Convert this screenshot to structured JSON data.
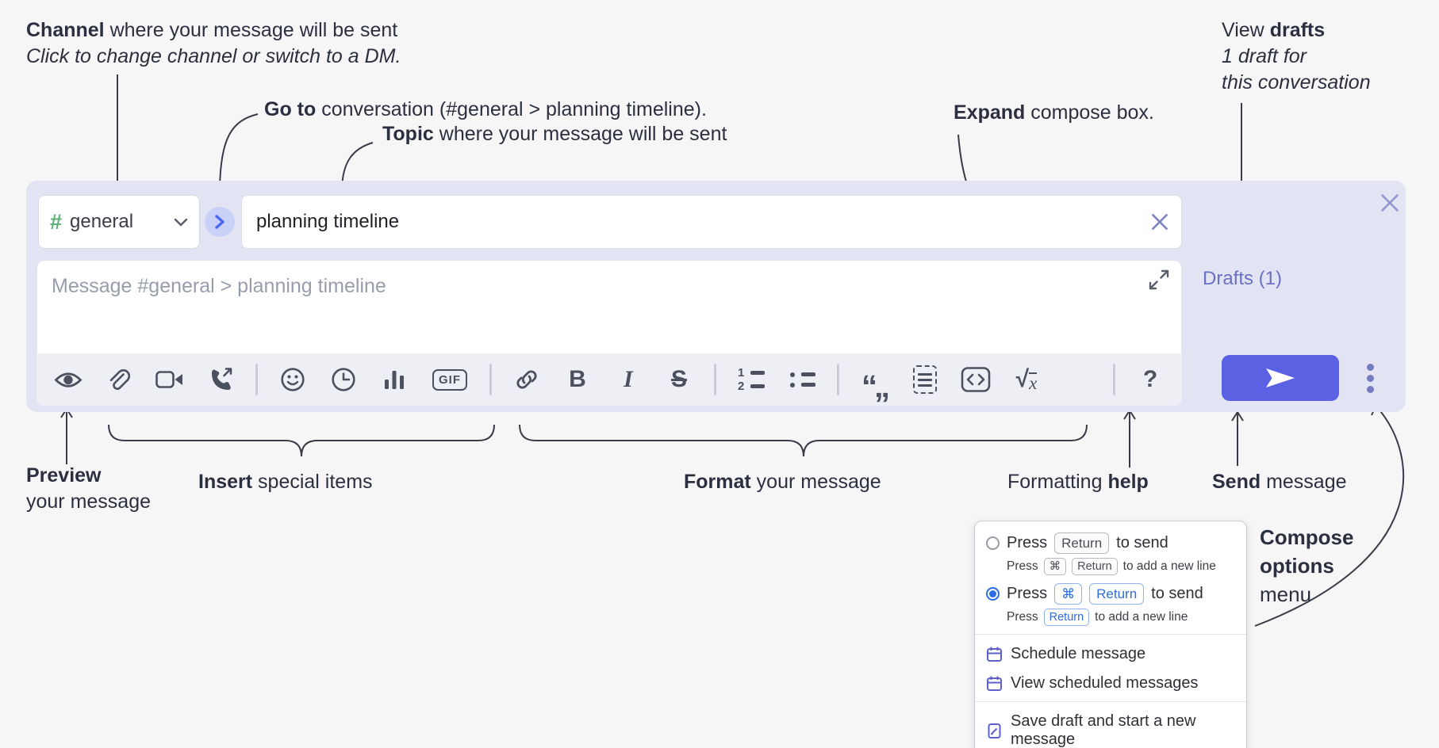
{
  "annotations": {
    "channel": {
      "bold": "Channel",
      "rest": " where your message will be sent",
      "line2": "Click to change channel or switch to a DM."
    },
    "goto": {
      "bold": "Go to",
      "rest": " conversation (#general > planning timeline)."
    },
    "topic": {
      "bold": "Topic",
      "rest": " where your message will be sent"
    },
    "expand": {
      "bold": "Expand",
      "rest": " compose box."
    },
    "view_drafts": {
      "line1_pre": "View ",
      "line1_bold": "drafts",
      "line2": "1 draft for",
      "line3": "this conversation"
    },
    "preview": {
      "bold": "Preview",
      "line2": "your message"
    },
    "insert": {
      "bold": "Insert",
      "rest": " special items"
    },
    "format": {
      "bold": "Format",
      "rest": " your message"
    },
    "formatting_help": {
      "pre": "Formatting ",
      "bold": "help"
    },
    "send": {
      "bold": "Send",
      "rest": " message"
    },
    "compose_options": {
      "line1": "Compose",
      "line2": "options",
      "line3": "menu"
    }
  },
  "compose": {
    "channel_hash": "#",
    "channel_name": "general",
    "topic_value": "planning timeline",
    "message_placeholder": "Message #general > planning timeline",
    "drafts_label": "Drafts (1)",
    "toolbar": {
      "icons": [
        "preview",
        "attach-file",
        "video-call",
        "voice-call",
        "emoji",
        "time",
        "poll",
        "gif",
        "link",
        "bold",
        "italic",
        "strikethrough",
        "numbered-list",
        "bulleted-list",
        "quote",
        "spoiler",
        "code",
        "math",
        "help"
      ],
      "gif_label": "GIF",
      "bold_glyph": "B",
      "italic_glyph": "I",
      "strike_glyph": "S",
      "quote_glyph": "“„",
      "num1": "1",
      "num2": "2",
      "math_radical": "√",
      "math_x": "x",
      "help_glyph": "?"
    }
  },
  "popup": {
    "option1": {
      "press": "Press",
      "key": "Return",
      "suffix": "to send",
      "sub_press": "Press",
      "sub_key1": "⌘",
      "sub_key2": "Return",
      "sub_suffix": "to add a new line"
    },
    "option2": {
      "press": "Press",
      "key1": "⌘",
      "key2": "Return",
      "suffix": "to send",
      "sub_press": "Press",
      "sub_key": "Return",
      "sub_suffix": "to add a new line"
    },
    "items": [
      {
        "label": "Schedule message"
      },
      {
        "label": "View scheduled messages"
      },
      {
        "label": "Save draft and start a new message"
      }
    ]
  }
}
